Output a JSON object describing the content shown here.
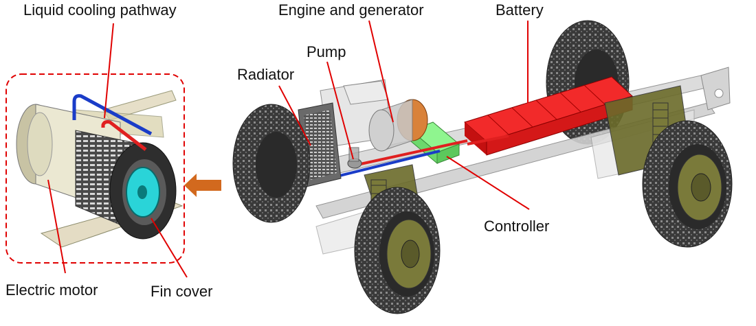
{
  "labels": {
    "liquid_cooling": "Liquid cooling pathway",
    "engine_generator": "Engine and generator",
    "battery": "Battery",
    "pump": "Pump",
    "radiator": "Radiator",
    "controller": "Controller",
    "electric_motor": "Electric motor",
    "fin_cover": "Fin cover"
  },
  "colors": {
    "leader_line": "#e00000",
    "dashed_box": "#e00000",
    "battery": "#e81010",
    "controller": "#7cf07c",
    "coolant_hot": "#e02020",
    "coolant_cold": "#1a3cc8",
    "arrow": "#d2691e",
    "frame": "#c8c8c8",
    "suspension": "#6b6b2a",
    "tire": "#2a2a2a",
    "hub": "#7a7a3a",
    "generator": "#d9823a",
    "fan": "#2ad4d8"
  }
}
